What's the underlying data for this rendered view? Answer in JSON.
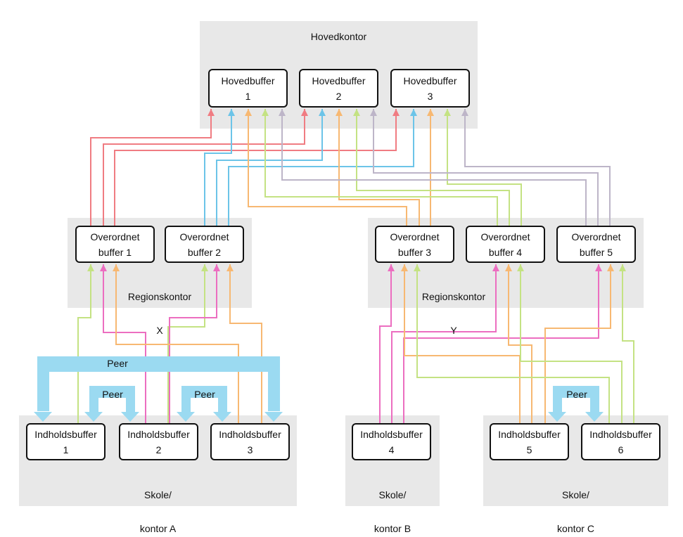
{
  "regions": {
    "head_office": "Hovedkontor",
    "region_x": [
      "Regionskontor",
      "X"
    ],
    "region_y": [
      "Regionskontor",
      "Y"
    ],
    "school_a": [
      "Skole/",
      "kontor A"
    ],
    "school_b": [
      "Skole/",
      "kontor B"
    ],
    "school_c": [
      "Skole/",
      "kontor C"
    ]
  },
  "nodes": {
    "main1": [
      "Hovedbuffer",
      "1"
    ],
    "main2": [
      "Hovedbuffer",
      "2"
    ],
    "main3": [
      "Hovedbuffer",
      "3"
    ],
    "parent1": [
      "Overordnet",
      "buffer 1"
    ],
    "parent2": [
      "Overordnet",
      "buffer 2"
    ],
    "parent3": [
      "Overordnet",
      "buffer 3"
    ],
    "parent4": [
      "Overordnet",
      "buffer 4"
    ],
    "parent5": [
      "Overordnet",
      "buffer 5"
    ],
    "content1": [
      "Indholdsbuffer",
      "1"
    ],
    "content2": [
      "Indholdsbuffer",
      "2"
    ],
    "content3": [
      "Indholdsbuffer",
      "3"
    ],
    "content4": [
      "Indholdsbuffer",
      "4"
    ],
    "content5": [
      "Indholdsbuffer",
      "5"
    ],
    "content6": [
      "Indholdsbuffer",
      "6"
    ]
  },
  "peer": {
    "label": "Peer"
  },
  "colors": {
    "red": "#f07c82",
    "blue": "#6cc4e8",
    "orange": "#f7b872",
    "green": "#c4e283",
    "purple": "#bdb5c8",
    "pink": "#ec6ec0",
    "peer": "#9bdaf1",
    "region_bg": "#e8e8e8",
    "node_border": "#111111"
  }
}
